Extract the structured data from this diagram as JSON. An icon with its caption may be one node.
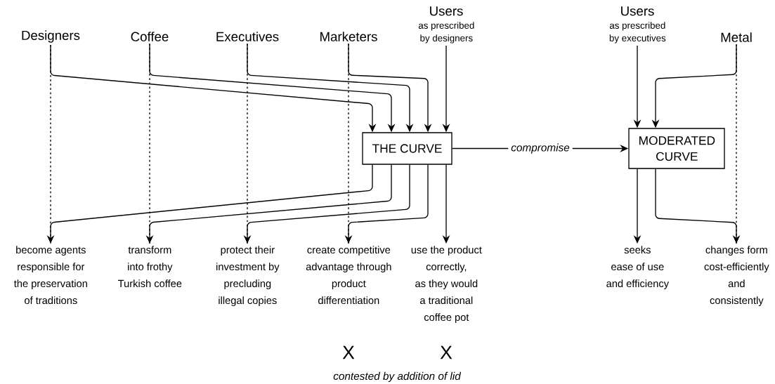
{
  "diagram": {
    "nodes": [
      {
        "text": [
          "Designers"
        ]
      },
      {
        "text": [
          "Coffee"
        ]
      },
      {
        "text": [
          "Executives"
        ]
      },
      {
        "text": [
          "Marketers"
        ]
      },
      {
        "text": [
          "Users",
          "as prescribed by designers"
        ]
      },
      {
        "text": [
          "Users",
          "as prescribed by executives"
        ]
      },
      {
        "text": [
          "Metal"
        ]
      },
      {
        "text": [
          "THE CURVE"
        ]
      },
      {
        "text": [
          "MODERATED CURVE"
        ]
      },
      {
        "text": [
          "become agents responsible for the preservation of traditions"
        ]
      },
      {
        "text": [
          "transform into frothy Turkish coffee"
        ]
      },
      {
        "text": [
          "protect their investment by precluding illegal copies"
        ]
      },
      {
        "text": [
          "create competitive advantage through product differentiation"
        ]
      },
      {
        "text": [
          "use the product correctly, as they would a traditional coffee pot"
        ]
      },
      {
        "text": [
          "seeks ease of use and efficiency"
        ]
      },
      {
        "text": [
          "changes form cost-efficiently and consistently"
        ]
      }
    ],
    "edges": [
      {
        "from": 0,
        "to": 7,
        "arrow": "to"
      },
      {
        "from": 1,
        "to": 7,
        "arrow": "to"
      },
      {
        "from": 2,
        "to": 7,
        "arrow": "to"
      },
      {
        "from": 3,
        "to": 7,
        "arrow": "to"
      },
      {
        "from": 4,
        "to": 7,
        "arrow": "to"
      },
      {
        "from": 7,
        "to": 9,
        "arrow": "to"
      },
      {
        "from": 7,
        "to": 10,
        "arrow": "to"
      },
      {
        "from": 7,
        "to": 11,
        "arrow": "to"
      },
      {
        "from": 7,
        "to": 12,
        "arrow": "to"
      },
      {
        "from": 7,
        "to": 13,
        "arrow": "to"
      },
      {
        "from": 7,
        "to": 8,
        "arrow": "to",
        "label": "compromise"
      },
      {
        "from": 5,
        "to": 8,
        "arrow": "to"
      },
      {
        "from": 6,
        "to": 8,
        "arrow": "to"
      },
      {
        "from": 8,
        "to": 14,
        "arrow": "to"
      },
      {
        "from": 8,
        "to": 15,
        "arrow": "to"
      },
      {
        "from": 0,
        "to": 9,
        "arrow": "none",
        "style": "dashed"
      },
      {
        "from": 1,
        "to": 10,
        "arrow": "none",
        "style": "dashed"
      },
      {
        "from": 2,
        "to": 11,
        "arrow": "none",
        "style": "dashed"
      },
      {
        "from": 3,
        "to": 12,
        "arrow": "none",
        "style": "dashed"
      },
      {
        "from": 6,
        "to": 15,
        "arrow": "none",
        "style": "dashed"
      }
    ],
    "labels": [
      "X",
      "X",
      "contested by addition of lid"
    ]
  }
}
